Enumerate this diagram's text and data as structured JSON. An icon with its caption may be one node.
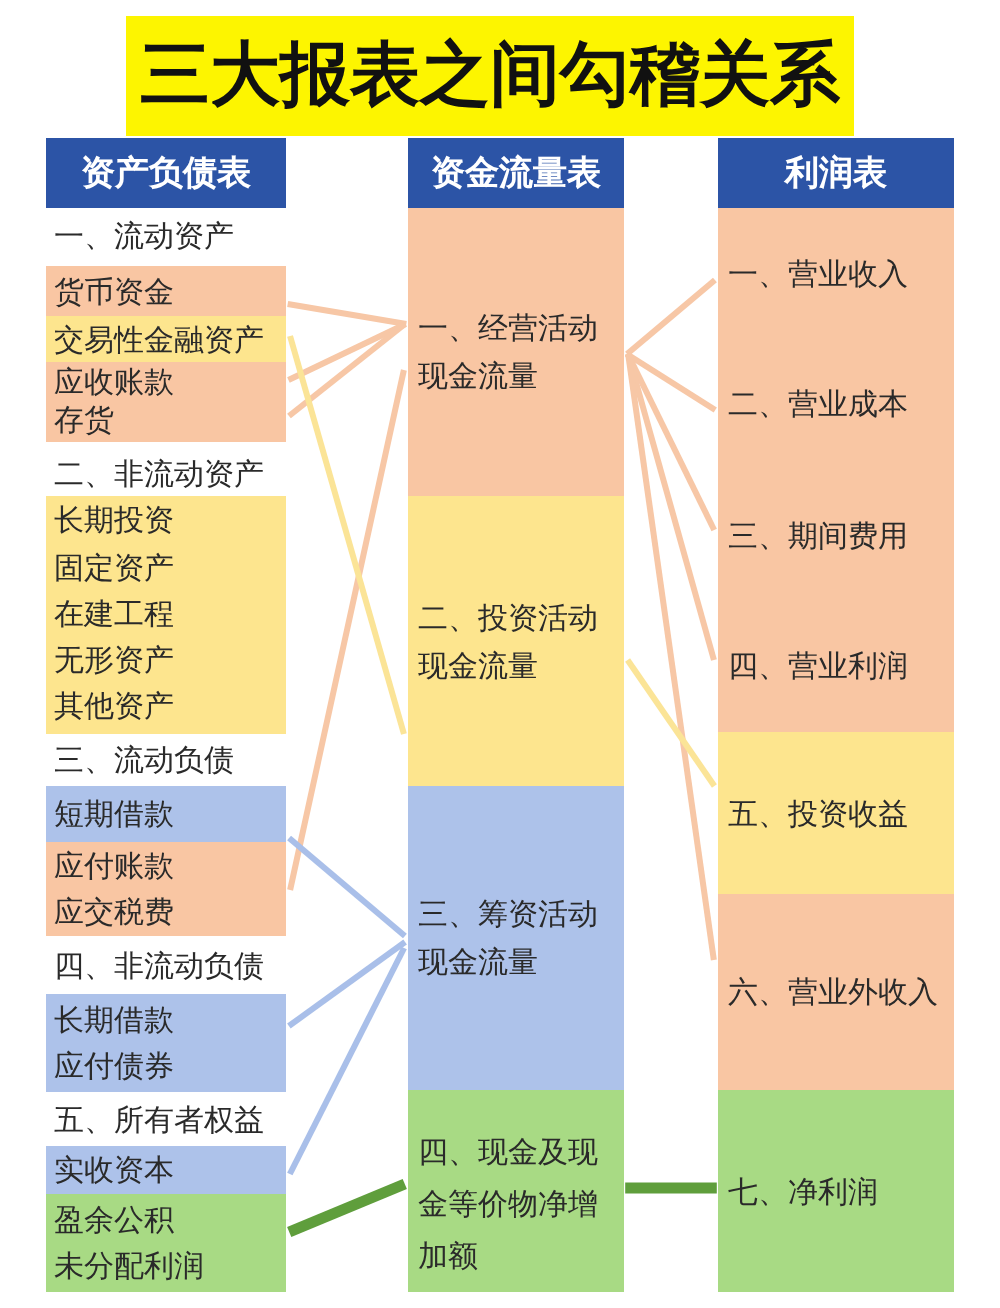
{
  "diagram": {
    "title": "三大报表之间勾稽关系",
    "nodes": [
      {
        "text": [
          "资产负债表"
        ]
      },
      {
        "text": [
          "货币资金"
        ]
      },
      {
        "text": [
          "交易性金融资产"
        ]
      },
      {
        "text": [
          "应收账款",
          "存货"
        ]
      },
      {
        "text": [
          "长期投资",
          "固定资产",
          "在建工程",
          "无形资产",
          "其他资产"
        ]
      },
      {
        "text": [
          "短期借款"
        ]
      },
      {
        "text": [
          "应付账款",
          "应交税费"
        ]
      },
      {
        "text": [
          "长期借款",
          "应付债券"
        ]
      },
      {
        "text": [
          "实收资本"
        ]
      },
      {
        "text": [
          "盈余公积",
          "未分配利润"
        ]
      },
      {
        "text": [
          "资金流量表"
        ]
      },
      {
        "text": [
          "一、经营活动现金流量"
        ]
      },
      {
        "text": [
          "二、投资活动现金流量"
        ]
      },
      {
        "text": [
          "三、筹资活动现金流量"
        ]
      },
      {
        "text": [
          "四、现金及现金等价物净增加额"
        ]
      },
      {
        "text": [
          "利润表"
        ]
      },
      {
        "text": [
          "一、营业收入",
          "二、营业成本",
          "三、期间费用",
          "四、营业利润"
        ]
      },
      {
        "text": [
          "五、投资收益"
        ]
      },
      {
        "text": [
          "六、营业外收入"
        ]
      },
      {
        "text": [
          "七、净利润"
        ]
      }
    ],
    "edges": [
      {
        "from": 1,
        "to": 11,
        "arrow": "none"
      },
      {
        "from": 3,
        "to": 11,
        "arrow": "none"
      },
      {
        "from": 3,
        "to": 11,
        "arrow": "none"
      },
      {
        "from": 6,
        "to": 11,
        "arrow": "none"
      },
      {
        "from": 2,
        "to": 12,
        "arrow": "none",
        "color": "#fbe497"
      },
      {
        "from": 5,
        "to": 13,
        "arrow": "none",
        "color": "#a9bfe9"
      },
      {
        "from": 7,
        "to": 13,
        "arrow": "none",
        "color": "#a9bfe9"
      },
      {
        "from": 8,
        "to": 13,
        "arrow": "none",
        "color": "#a9bfe9"
      },
      {
        "from": 9,
        "to": 14,
        "arrow": "none",
        "style": "thick",
        "color": "#5f9e3c"
      },
      {
        "from": 11,
        "to": 16,
        "arrow": "none"
      },
      {
        "from": 11,
        "to": 16,
        "arrow": "none"
      },
      {
        "from": 11,
        "to": 16,
        "arrow": "none"
      },
      {
        "from": 11,
        "to": 16,
        "arrow": "none"
      },
      {
        "from": 11,
        "to": 18,
        "arrow": "none"
      },
      {
        "from": 12,
        "to": 17,
        "arrow": "none",
        "color": "#fbe497"
      },
      {
        "from": 14,
        "to": 19,
        "arrow": "none",
        "style": "thick",
        "color": "#5f9e3c"
      }
    ],
    "labels": [
      "一、流动资产",
      "二、非流动资产",
      "三、流动负债",
      "四、非流动负债",
      "五、所有者权益"
    ]
  }
}
